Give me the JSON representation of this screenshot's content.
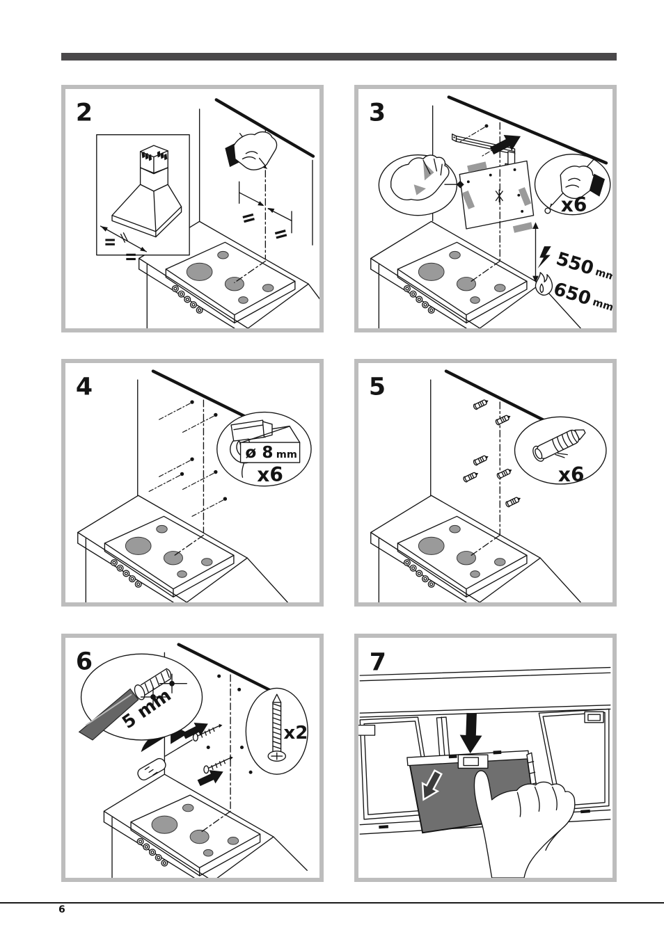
{
  "document": {
    "type": "cooker-hood installation manual page",
    "page_number": "6"
  },
  "colors": {
    "top_bar": "#4a484a",
    "panel_border": "#bdbdbd",
    "line_art": "#141414",
    "burner_gray": "#9a9a9a",
    "filter_gray": "#6f6f6f"
  },
  "icons": {
    "electric_hob_symbol": "lightning-icon",
    "gas_hob_symbol": "flame-icon"
  },
  "steps": {
    "s2": {
      "label": "2"
    },
    "s3": {
      "label": "3",
      "marks_count": "x6",
      "min_distance_electric": {
        "value": "550",
        "unit": "mm"
      },
      "min_distance_gas": {
        "value": "650",
        "unit": "mm"
      }
    },
    "s4": {
      "label": "4",
      "drill_diameter": "ø 8",
      "drill_diameter_unit": "mm",
      "holes_count": "x6"
    },
    "s5": {
      "label": "5",
      "plugs_count": "x6"
    },
    "s6": {
      "label": "6",
      "screw_protrusion": "5 mm",
      "screws_count": "x2"
    },
    "s7": {
      "label": "7"
    }
  }
}
